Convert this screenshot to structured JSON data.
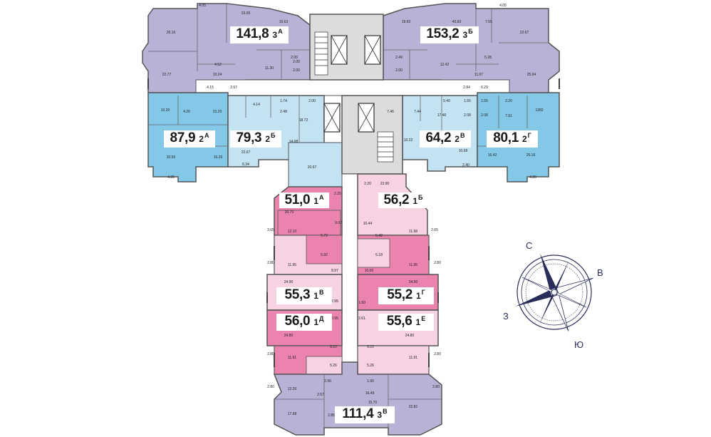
{
  "colors": {
    "purple": "#b9b1d6",
    "blue": "#84c8e7",
    "light_blue": "#c3e3f2",
    "pink": "#ea84ae",
    "light_pink": "#f6d2e2",
    "core": "#dcdcdc",
    "wall": "#555555",
    "compass": "#2a2d5a"
  },
  "apartments": [
    {
      "id": "3a",
      "area": "141,8",
      "type": "3",
      "letter": "А"
    },
    {
      "id": "3b",
      "area": "153,2",
      "type": "3",
      "letter": "Б"
    },
    {
      "id": "2a",
      "area": "87,9",
      "type": "2",
      "letter": "А"
    },
    {
      "id": "2b",
      "area": "79,3",
      "type": "2",
      "letter": "Б"
    },
    {
      "id": "2v",
      "area": "64,2",
      "type": "2",
      "letter": "В"
    },
    {
      "id": "2g",
      "area": "80,1",
      "type": "2",
      "letter": "Г"
    },
    {
      "id": "1a",
      "area": "51,0",
      "type": "1",
      "letter": "А"
    },
    {
      "id": "1b",
      "area": "56,2",
      "type": "1",
      "letter": "Б"
    },
    {
      "id": "1v",
      "area": "55,3",
      "type": "1",
      "letter": "В"
    },
    {
      "id": "1g",
      "area": "55,2",
      "type": "1",
      "letter": "Г"
    },
    {
      "id": "1d",
      "area": "56,0",
      "type": "1",
      "letter": "Д"
    },
    {
      "id": "1e",
      "area": "55,6",
      "type": "1",
      "letter": "Е"
    },
    {
      "id": "3v",
      "area": "111,4",
      "type": "3",
      "letter": "В"
    }
  ],
  "rooms": [
    "4.05",
    "23.05",
    "16.63",
    "26.16",
    "4.52",
    "11.30",
    "2.00",
    "2.00",
    "2.00",
    "22.77",
    "10.24",
    "4.05",
    "19.60",
    "40.60",
    "7.65",
    "22.67",
    "2.49",
    "12.42",
    "2.00",
    "5.28",
    "11.07",
    "25.04",
    "4.15",
    "3.97",
    "2.84",
    "6.29",
    "10.20",
    "4.26",
    "22.20",
    "4.14",
    "1.74",
    "2.48",
    "2.00",
    "18.72",
    "5.40",
    "1.55",
    "2.08",
    "1.55",
    "2.08",
    "2.20",
    "7.91",
    "1282",
    "7.46",
    "7.44",
    "17.46",
    "10.22",
    "22.67",
    "14.08",
    "6.34",
    "20.67",
    "20.55",
    "16.26",
    "4.26",
    "10.68",
    "2.40",
    "16.42",
    "25.16",
    "4.26",
    "2.20",
    "23.90",
    "2.25",
    "20.70",
    "9.02",
    "2.65",
    "12.10",
    "5.72",
    "10.44",
    "5.42",
    "11.58",
    "2.65",
    "5.92",
    "5.18",
    "2.80",
    "11.95",
    "8.97",
    "10.00",
    "11.95",
    "2.80",
    "24.90",
    "24.90",
    "2.95",
    "1.60",
    "2.95",
    "2.61",
    "24.80",
    "24.80",
    "9.22",
    "9.22",
    "2.80",
    "11.91",
    "11.91",
    "2.80",
    "5.26",
    "5.26",
    "2.80",
    "12.26",
    "2.96",
    "1.90",
    "2.57",
    "16.49",
    "2.80",
    "15.70",
    "17.68",
    "2.85",
    "22.81"
  ],
  "compass": {
    "north": "С",
    "east": "В",
    "south": "Ю",
    "west": "З"
  }
}
